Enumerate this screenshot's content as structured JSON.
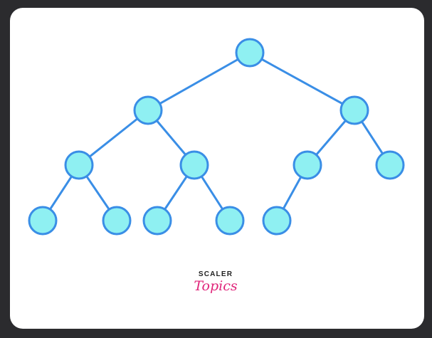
{
  "diagram": {
    "type": "binary-tree",
    "node_fill": "#8ff0f2",
    "edge_color": "#3a8ee6",
    "nodes": [
      {
        "id": "n0"
      },
      {
        "id": "n1",
        "parent": "n0"
      },
      {
        "id": "n2",
        "parent": "n0"
      },
      {
        "id": "n3",
        "parent": "n1"
      },
      {
        "id": "n4",
        "parent": "n1"
      },
      {
        "id": "n5",
        "parent": "n2"
      },
      {
        "id": "n6",
        "parent": "n2"
      },
      {
        "id": "n7",
        "parent": "n3"
      },
      {
        "id": "n8",
        "parent": "n3"
      },
      {
        "id": "n9",
        "parent": "n4"
      },
      {
        "id": "n10",
        "parent": "n4"
      },
      {
        "id": "n11",
        "parent": "n5"
      }
    ]
  },
  "brand": {
    "line1": "SCALER",
    "line2": "Topics",
    "accent_color": "#e0257a"
  }
}
